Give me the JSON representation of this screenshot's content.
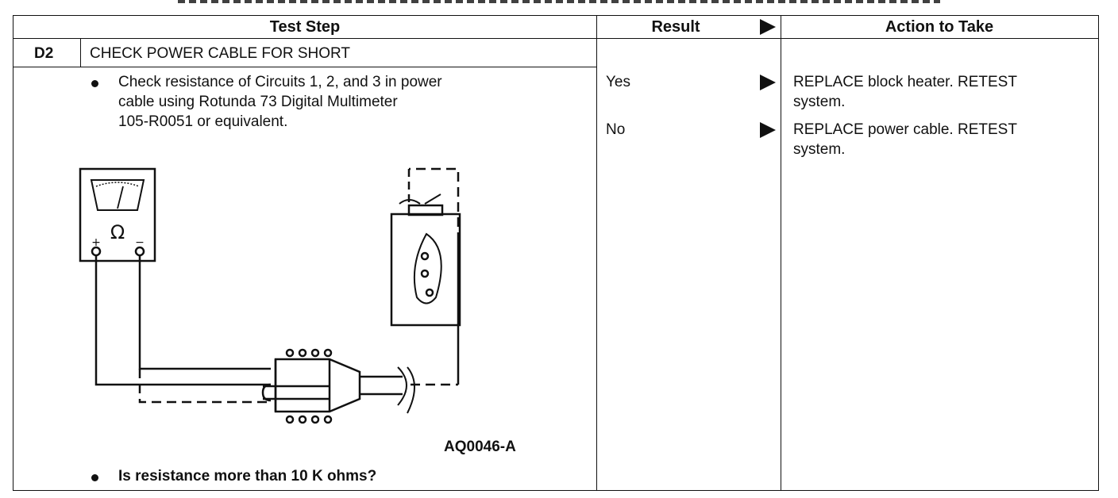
{
  "table": {
    "headers": {
      "test_step": "Test Step",
      "result": "Result",
      "action": "Action to Take"
    },
    "step_id": "D2",
    "step_title": "CHECK POWER CABLE FOR SHORT",
    "instruction": [
      "Check resistance of Circuits 1, 2, and 3 in power",
      "cable using Rotunda 73 Digital Multimeter",
      "105-R0051 or equivalent."
    ],
    "figure_code": "AQ0046-A",
    "question": "Is resistance more than 10 K ohms?",
    "results": [
      {
        "result": "Yes",
        "action_lines": [
          "REPLACE block heater. RETEST",
          "system."
        ]
      },
      {
        "result": "No",
        "action_lines": [
          "REPLACE power cable. RETEST",
          "system."
        ]
      }
    ]
  },
  "diagram": {
    "meter_symbol": "Ω",
    "plus": "+",
    "minus": "−"
  }
}
